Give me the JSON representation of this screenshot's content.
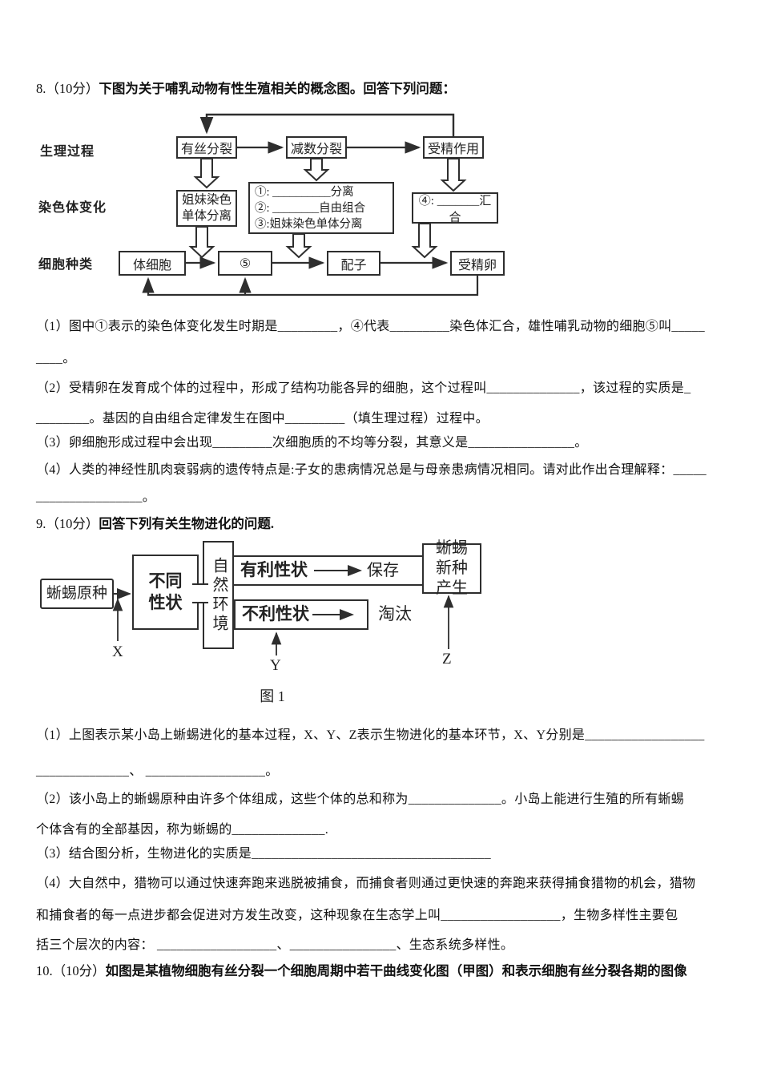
{
  "q8": {
    "number": "8.（10分）",
    "title": "下图为关于哺乳动物有性生殖相关的概念图。回答下列问题：",
    "diagram": {
      "row_label_1": "生理过程",
      "row_label_2": "染色体变化",
      "row_label_3": "细胞种类",
      "mitosis": "有丝分裂",
      "meiosis": "减数分裂",
      "fertilization": "受精作用",
      "sister_line1": "姐妹染色",
      "sister_line2": "单体分离",
      "mid_item1": "①: __________分离",
      "mid_item2": "②: ________自由组合",
      "mid_item3": "③:姐妹染色单体分离",
      "box4": "④: _______汇合",
      "somatic": "体细胞",
      "box5": "⑤",
      "gamete": "配子",
      "zygote": "受精卵"
    },
    "lines": [
      "（1）图中①表示的染色体变化发生时期是_________，④代表_________染色体汇合，雄性哺乳动物的细胞⑤叫_____",
      "____。",
      "（2）受精卵在发育成个体的过程中，形成了结构功能各异的细胞，这个过程叫______________，该过程的实质是_",
      "________。基因的自由组合定律发生在图中_________（填生理过程）过程中。",
      "（3）卵细胞形成过程中会出现_________次细胞质的不均等分裂，其意义是________________。",
      "（4）人类的神经性肌肉衰弱病的遗传特点是:子女的患病情况总是与母亲患病情况相同。请对此作出合理解释：_____",
      "________________。"
    ]
  },
  "q9": {
    "number": "9.（10分）",
    "title": "回答下列有关生物进化的问题.",
    "diagram": {
      "origin": "蜥蜴原种",
      "traits": "不同性状",
      "environment": "自然环境",
      "favorable": "有利性状",
      "preserve": "保存",
      "unfavorable": "不利性状",
      "eliminate": "淘汰",
      "new_species": "蜥蜴新种产生",
      "x_label": "X",
      "y_label": "Y",
      "z_label": "Z",
      "caption": "图 1"
    },
    "lines": [
      "（1）上图表示某小岛上蜥蜴进化的基本过程，X、Y、Z表示生物进化的基本环节，X、Y分别是__________________",
      "______________、 __________________。",
      "（2）该小岛上的蜥蜴原种由许多个体组成，这些个体的总和称为______________。小岛上能进行生殖的所有蜥蜴",
      "个体含有的全部基因，称为蜥蜴的______________.",
      "（3）结合图分析，生物进化的实质是____________________________________",
      "（4）大自然中，猎物可以通过快速奔跑来逃脱被捕食，而捕食者则通过更快速的奔跑来获得捕食猎物的机会，猎物",
      "和捕食者的每一点进步都会促进对方发生改变，这种现象在生态学上叫__________________，生物多样性主要包",
      "括三个层次的内容： __________________、________________、生态系统多样性。"
    ]
  },
  "q10": {
    "number": "10.（10分）",
    "title": "如图是某植物细胞有丝分裂一个细胞周期中若干曲线变化图（甲图）和表示细胞有丝分裂各期的图像"
  }
}
